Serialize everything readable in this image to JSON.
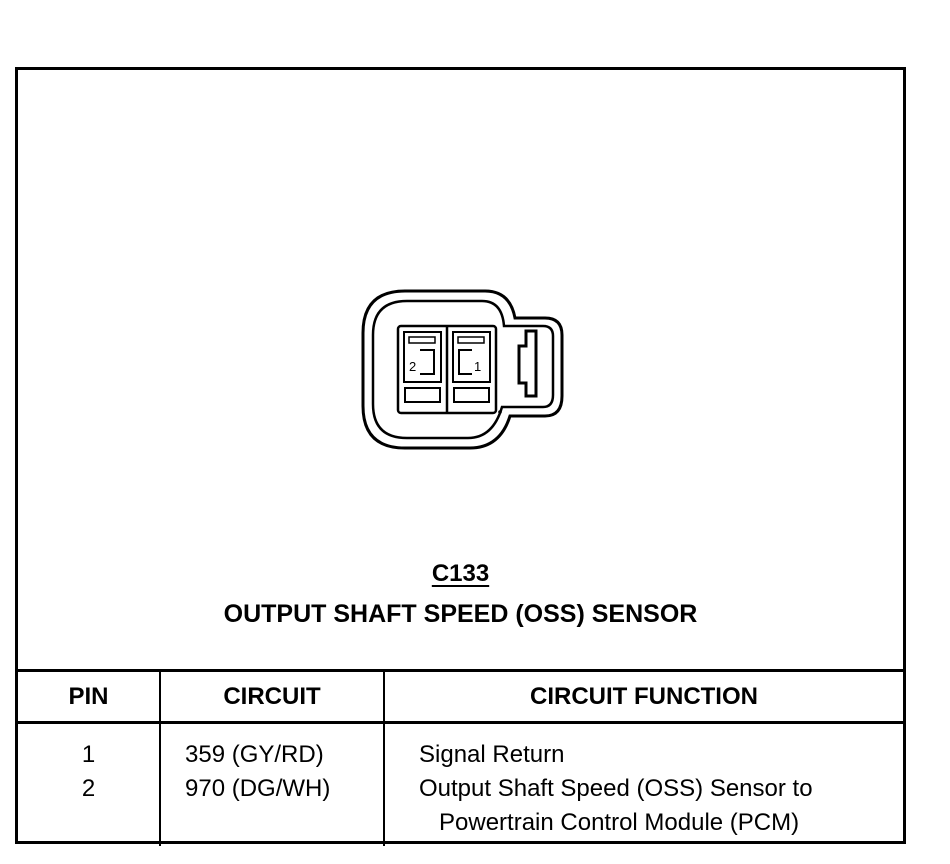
{
  "connector": {
    "id": "C133",
    "title": "OUTPUT SHAFT SPEED (OSS) SENSOR",
    "cavity_labels": [
      "2",
      "1"
    ]
  },
  "table": {
    "headers": {
      "pin": "PIN",
      "circuit": "CIRCUIT",
      "function": "CIRCUIT FUNCTION"
    },
    "rows": [
      {
        "pin": "1",
        "circuit": "359 (GY/RD)",
        "function_lines": [
          "Signal Return"
        ]
      },
      {
        "pin": "2",
        "circuit": "970 (DG/WH)",
        "function_lines": [
          "Output Shaft Speed (OSS) Sensor to",
          "Powertrain Control Module (PCM)"
        ]
      }
    ]
  }
}
